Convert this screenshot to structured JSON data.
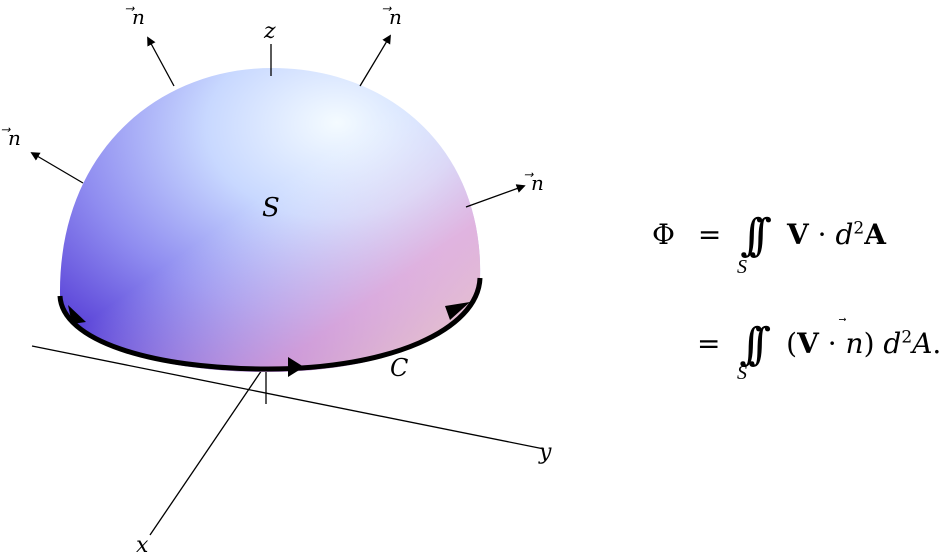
{
  "diagram": {
    "axis_labels": {
      "z": "z",
      "x": "x",
      "y": "y"
    },
    "surface_label": "S",
    "curve_label": "C",
    "normal_label": "n",
    "normal_arrow_glyph": "⃗",
    "colors": {
      "surface_light": "#f4fbff",
      "surface_blue": "#6f7dff",
      "surface_pink": "#ffb8d4",
      "surface_peach": "#ffe7c6",
      "ink": "#000000"
    }
  },
  "equation": {
    "lhs": "Φ",
    "eq_sign": "=",
    "domain_sub": "S",
    "line1_V": "V",
    "line1_dot": "·",
    "line1_d": "d",
    "line1_exp": "2",
    "line1_A": "A",
    "line2_open": "(",
    "line2_V": "V",
    "line2_dot": "·",
    "line2_n": "n",
    "line2_close": ")",
    "line2_d": "d",
    "line2_exp": "2",
    "line2_A": "A",
    "line2_period": "."
  }
}
